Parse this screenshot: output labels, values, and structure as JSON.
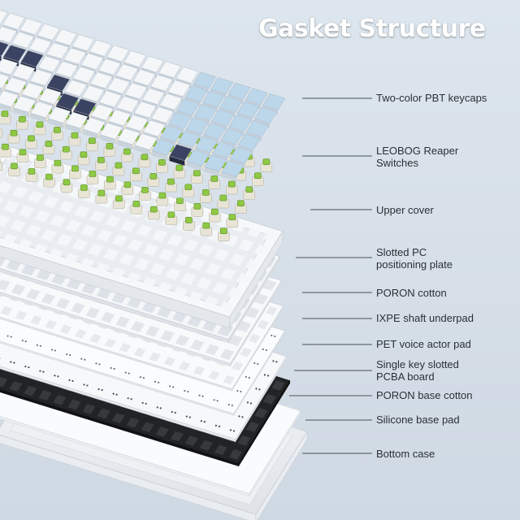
{
  "title": "Gasket Structure",
  "labels": [
    {
      "lines": [
        "Two-color PBT keycaps"
      ]
    },
    {
      "lines": [
        "LEOBOG Reaper",
        "Switches"
      ]
    },
    {
      "lines": [
        "Upper cover"
      ]
    },
    {
      "lines": [
        "Slotted PC",
        "positioning plate"
      ]
    },
    {
      "lines": [
        "PORON cotton"
      ]
    },
    {
      "lines": [
        "IXPE shaft underpad"
      ]
    },
    {
      "lines": [
        "PET voice actor pad"
      ]
    },
    {
      "lines": [
        "Single key slotted",
        "PCBA board"
      ]
    },
    {
      "lines": [
        "PORON base cotton"
      ]
    },
    {
      "lines": [
        "Silicone base pad"
      ]
    },
    {
      "lines": [
        "Bottom case"
      ]
    }
  ],
  "colors": {
    "keycap_white": "#f4f6f8",
    "keycap_blue": "#bcd6ea",
    "keycap_navy": "#3b4362",
    "switch_green": "#8fc944",
    "switch_housing": "#e8e4d6",
    "pcb_black": "#222326"
  }
}
